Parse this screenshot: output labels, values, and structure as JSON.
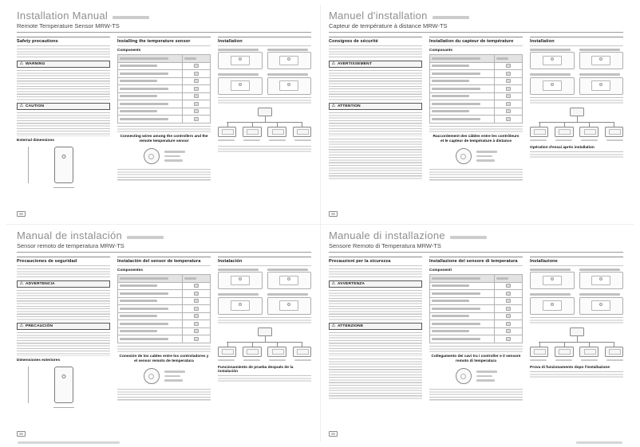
{
  "icons": {
    "warning": "⚠"
  },
  "quadrants": [
    {
      "lang": "en",
      "title": "Installation Manual",
      "subtitle": "Remote Temperature Sensor MRW-TS",
      "safety_heading": "Safety precautions",
      "warning_label": "WARNING",
      "caution_label": "CAUTION",
      "dimensions_heading": "External dimensions",
      "install_heading": "Installing the temperature sensor",
      "components_label": "Components",
      "wiring_heading": "Connecting wires among the controllers and the remote temperature sensor",
      "installation_heading": "Installation",
      "testrun_heading": ""
    },
    {
      "lang": "fr",
      "title": "Manuel d'installation",
      "subtitle": "Capteur de température à distance MRW-TS",
      "safety_heading": "Consignes de sécurité",
      "warning_label": "AVERTISSEMENT",
      "caution_label": "ATTENTION",
      "dimensions_heading": "",
      "install_heading": "Installation du capteur de température",
      "components_label": "Composants",
      "wiring_heading": "Raccordement des câbles entre les contrôleurs et le capteur de température à distance",
      "installation_heading": "Installation",
      "testrun_heading": "Opération d'essai après installation"
    },
    {
      "lang": "es",
      "title": "Manual de instalación",
      "subtitle": "Sensor remoto de temperatura MRW-TS",
      "safety_heading": "Precauciones de seguridad",
      "warning_label": "ADVERTENCIA",
      "caution_label": "PRECAUCIÓN",
      "dimensions_heading": "Dimensiones exteriores",
      "install_heading": "Instalación del sensor de temperatura",
      "components_label": "Componentes",
      "wiring_heading": "Conexión de los cables entre los controladores y el sensor remoto de temperatura",
      "installation_heading": "Instalación",
      "testrun_heading": "Funcionamiento de prueba después de la instalación"
    },
    {
      "lang": "it",
      "title": "Manuale di installazione",
      "subtitle": "Sensore Remoto di Temperatura MRW-TS",
      "safety_heading": "Precauzioni per la sicurezza",
      "warning_label": "AVVERTENZA",
      "caution_label": "ATTENZIONE",
      "dimensions_heading": "",
      "install_heading": "Installazione del sensore di temperatura",
      "components_label": "Componenti",
      "wiring_heading": "Collegamento dei cavi tra i controller e il sensore remoto di temperatura",
      "installation_heading": "Installazione",
      "testrun_heading": "Prova di funzionamento dopo l'installazione"
    }
  ]
}
